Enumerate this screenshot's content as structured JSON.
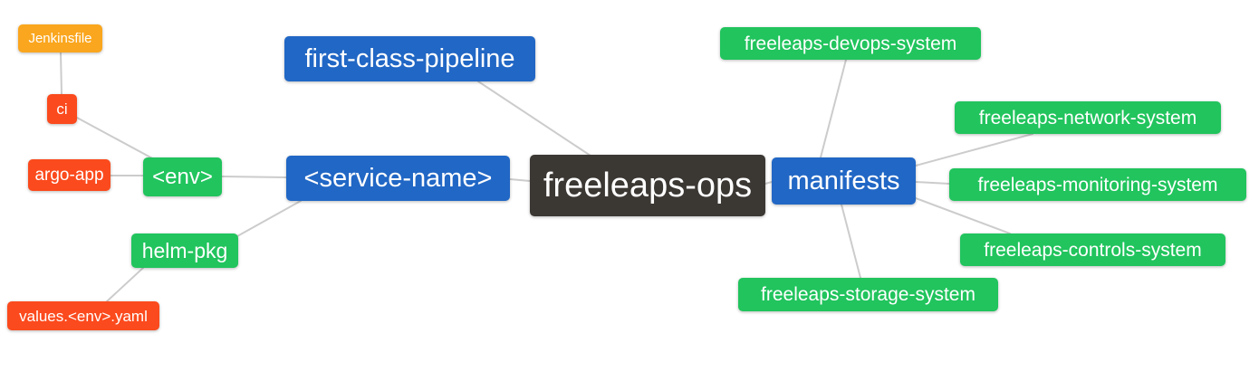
{
  "diagram": {
    "type": "mindmap",
    "title": "freeleaps-ops repository structure"
  },
  "colors": {
    "root_dark": "#3B3733",
    "branch_blue": "#2167C5",
    "leaf_green": "#21C45D",
    "leaf_orange": "#FAA61E",
    "leaf_red": "#FB4A1D",
    "connector_gray": "#CCCCCC",
    "text_white": "#FFFFFF"
  },
  "nodes": {
    "root": {
      "label": "freeleaps-ops",
      "color": "#3B3733"
    },
    "pipeline": {
      "label": "first-class-pipeline",
      "color": "#2167C5"
    },
    "service": {
      "label": "<service-name>",
      "color": "#2167C5"
    },
    "manifests": {
      "label": "manifests",
      "color": "#2167C5"
    },
    "env": {
      "label": "<env>",
      "color": "#21C45D"
    },
    "helm_pkg": {
      "label": "helm-pkg",
      "color": "#21C45D"
    },
    "ci": {
      "label": "ci",
      "color": "#FB4A1D"
    },
    "argo_app": {
      "label": "argo-app",
      "color": "#FB4A1D"
    },
    "values": {
      "label": "values.<env>.yaml",
      "color": "#FB4A1D"
    },
    "jenkinsfile": {
      "label": "Jenkinsfile",
      "color": "#FAA61E"
    },
    "devops": {
      "label": "freeleaps-devops-system",
      "color": "#21C45D"
    },
    "network": {
      "label": "freeleaps-network-system",
      "color": "#21C45D"
    },
    "monitoring": {
      "label": "freeleaps-monitoring-system",
      "color": "#21C45D"
    },
    "controls": {
      "label": "freeleaps-controls-system",
      "color": "#21C45D"
    },
    "storage": {
      "label": "freeleaps-storage-system",
      "color": "#21C45D"
    }
  },
  "edges": [
    {
      "from": "root",
      "to": "pipeline"
    },
    {
      "from": "root",
      "to": "service"
    },
    {
      "from": "root",
      "to": "manifests"
    },
    {
      "from": "service",
      "to": "env"
    },
    {
      "from": "service",
      "to": "helm_pkg"
    },
    {
      "from": "env",
      "to": "ci"
    },
    {
      "from": "env",
      "to": "argo_app"
    },
    {
      "from": "ci",
      "to": "jenkinsfile"
    },
    {
      "from": "helm_pkg",
      "to": "values"
    },
    {
      "from": "manifests",
      "to": "devops"
    },
    {
      "from": "manifests",
      "to": "network"
    },
    {
      "from": "manifests",
      "to": "monitoring"
    },
    {
      "from": "manifests",
      "to": "controls"
    },
    {
      "from": "manifests",
      "to": "storage"
    }
  ]
}
